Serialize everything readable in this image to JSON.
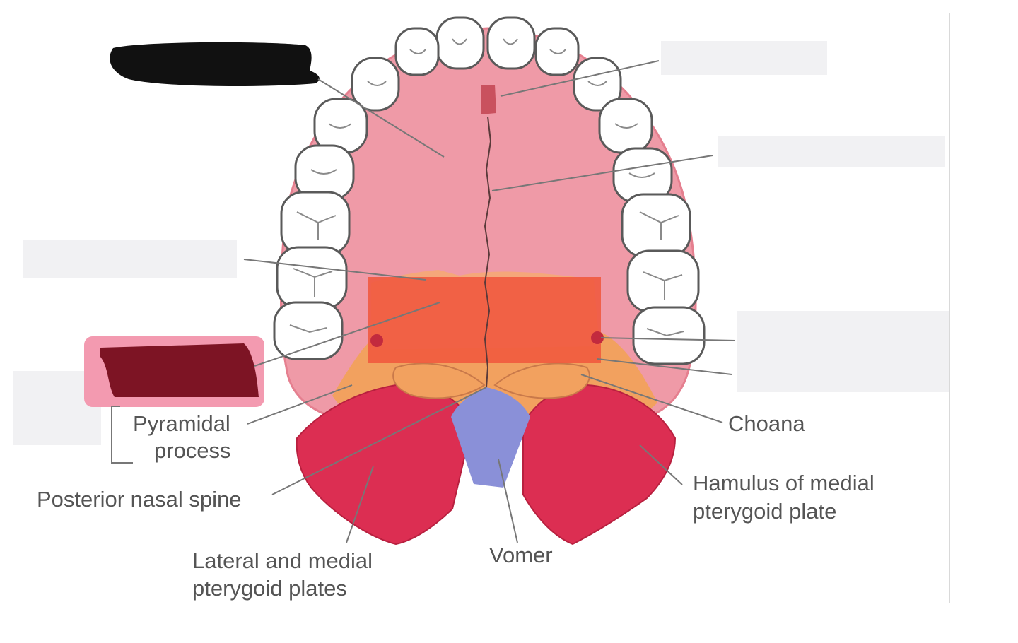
{
  "diagram": {
    "labels": {
      "pyramidal_process": [
        "Pyramidal",
        "process"
      ],
      "posterior_nasal_spine": "Posterior nasal spine",
      "pterygoid_plates": [
        "Lateral and medial",
        "pterygoid plates"
      ],
      "vomer": "Vomer",
      "choana": "Choana",
      "hamulus": [
        "Hamulus of medial",
        "pterygoid plate"
      ]
    },
    "colors": {
      "palate": "#ef9aa7",
      "palate_dark": "#e57f8f",
      "horizontal_plate_highlight": "#f0583e",
      "orange_bone": "#f2a15f",
      "pterygoid": "#dc2e52",
      "vomer": "#8a90d8",
      "tooth": "#ffffff",
      "tooth_outline": "#5a5a5a",
      "label_text": "#555555",
      "redaction_black": "#111111",
      "redaction_maroon": "#7d1424",
      "redaction_pink": "#f39ab0",
      "blank_box": "#f1f1f3"
    }
  }
}
